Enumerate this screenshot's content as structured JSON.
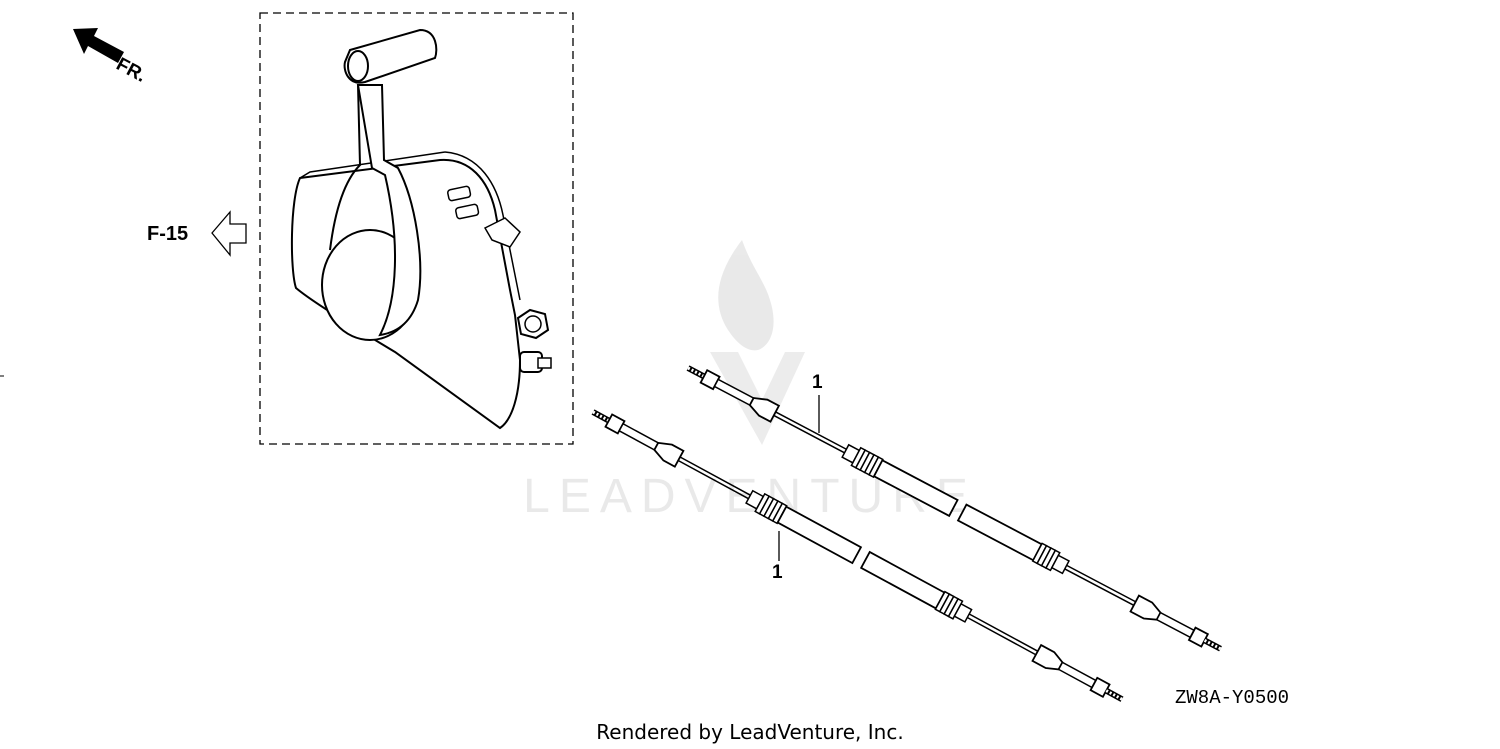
{
  "direction_label": "FR.",
  "reference_label": "F-15",
  "callouts": [
    "1",
    "1"
  ],
  "diagram_code": "ZW8A-Y0500",
  "watermark": "LEADVENTURE",
  "footer_text": "Rendered by LeadVenture, Inc."
}
